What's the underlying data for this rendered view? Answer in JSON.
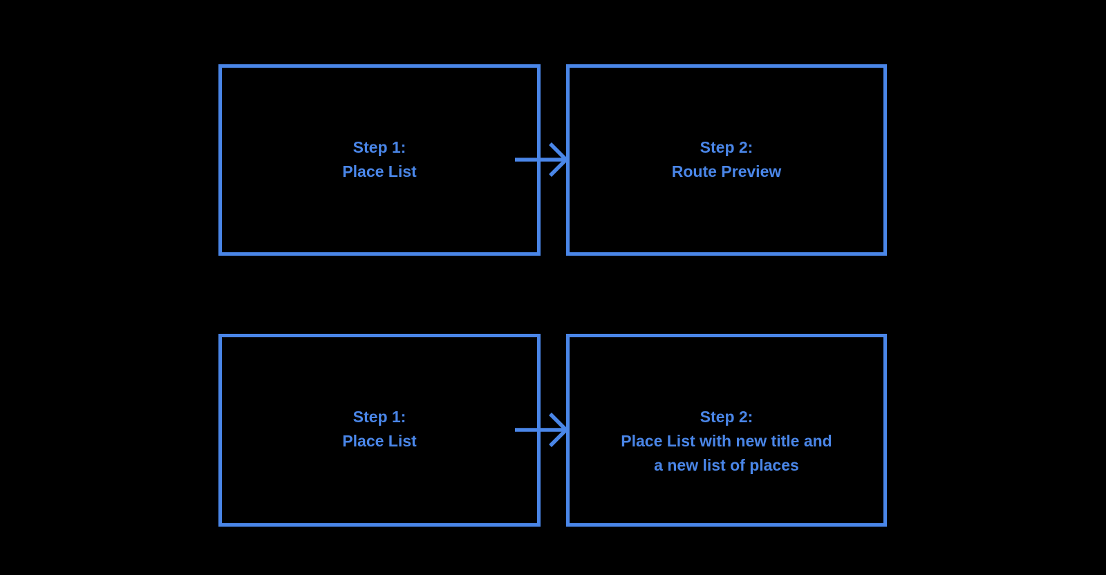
{
  "colors": {
    "background": "#000000",
    "accent": "#4A86E8"
  },
  "diagram": {
    "rows": [
      {
        "from": {
          "lines": [
            "Step 1:",
            "Place List"
          ]
        },
        "to": {
          "lines": [
            "Step 2:",
            "Route Preview"
          ]
        }
      },
      {
        "from": {
          "lines": [
            "Step 1:",
            "Place List"
          ]
        },
        "to": {
          "lines": [
            "Step 2:",
            "Place List with new title and",
            "a new list of places"
          ]
        }
      }
    ]
  }
}
